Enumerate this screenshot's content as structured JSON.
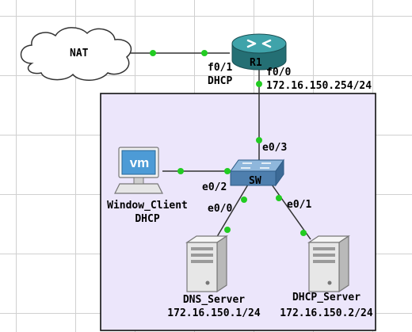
{
  "nodes": {
    "nat": {
      "label": "NAT",
      "icon": "cloud-icon"
    },
    "r1": {
      "label": "R1",
      "icon": "router-icon"
    },
    "sw": {
      "label": "SW",
      "icon": "switch-icon"
    },
    "client": {
      "name": "Window_Client",
      "ip": "DHCP",
      "icon": "vm-workstation-icon",
      "badge": "vm"
    },
    "dns": {
      "name": "DNS_Server",
      "ip": "172.16.150.1/24",
      "icon": "server-icon"
    },
    "dhcp": {
      "name": "DHCP_Server",
      "ip": "172.16.150.2/24",
      "icon": "server-icon"
    }
  },
  "interfaces": {
    "r1_f01": "f0/1",
    "r1_f01_mode": "DHCP",
    "r1_f00": "f0/0",
    "r1_f00_ip": "172.16.150.254/24",
    "sw_e03": "e0/3",
    "sw_e02": "e0/2",
    "sw_e00": "e0/0",
    "sw_e01": "e0/1"
  },
  "colors": {
    "link": "#333333",
    "endpoint": "#22cc22",
    "zone_fill": "#ece6fb",
    "zone_border": "#111111",
    "router": "#2f8f96",
    "switch": "#6d9cc7"
  }
}
